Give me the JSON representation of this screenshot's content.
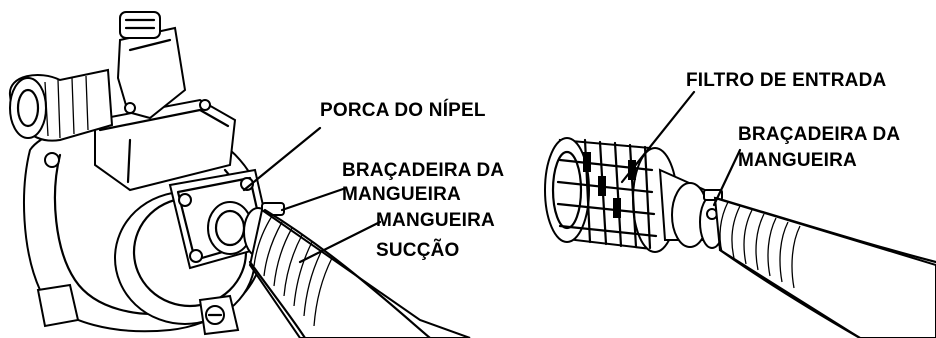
{
  "labels": {
    "porca_do_nipel": "PORCA DO NÍPEL",
    "bracadeira_left_1": "BRAÇADEIRA DA",
    "bracadeira_left_2": "MANGUEIRA",
    "mangueira_succao_1": "MANGUEIRA",
    "mangueira_succao_2": "SUCÇÃO",
    "filtro_de_entrada": "FILTRO DE ENTRADA",
    "bracadeira_right_1": "BRAÇADEIRA DA",
    "bracadeira_right_2": "MANGUEIRA"
  }
}
